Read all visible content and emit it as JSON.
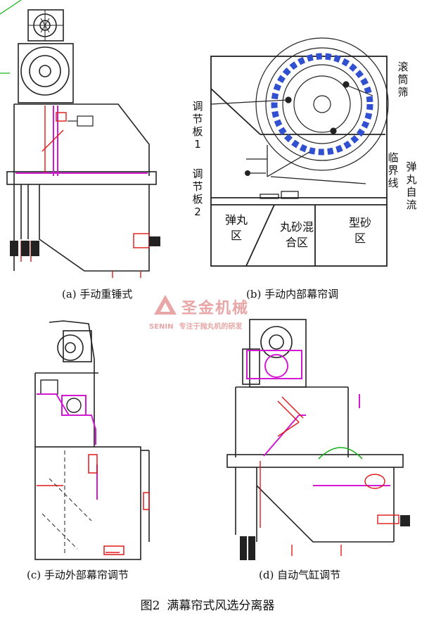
{
  "captions": {
    "a": "(a) 手动重锤式",
    "b": "(b) 手动内部幕帘调",
    "c": "(c) 手动外部幕帘调节",
    "d": "(d) 自动气缸调节"
  },
  "panel_b_labels": {
    "drum_screen": "滚筒筛",
    "plate1": "调节板1",
    "plate2": "调节板2",
    "critical_line": "临界线",
    "shot_flow": "弹丸自流",
    "zone_shot": "弹丸区",
    "zone_mixed": "丸砂混合区",
    "zone_sand": "型砂区"
  },
  "watermark": {
    "brand": "圣金机械",
    "latin": "SENIN",
    "slogan": "专注于抛丸机的研发"
  },
  "figure": {
    "number": "图2",
    "title": "满幕帘式风选分离器"
  },
  "colors": {
    "line": "#222222",
    "magenta": "#d21ad2",
    "red": "#e01818",
    "blue": "#3050d0",
    "green": "#18b018"
  }
}
